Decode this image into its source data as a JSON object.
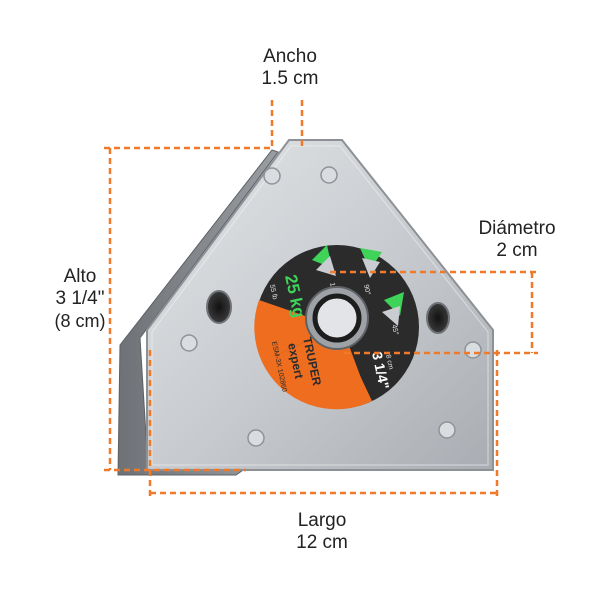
{
  "colors": {
    "dimension_line": "#f07a2a",
    "magnet_body": "#c9ccd0",
    "magnet_edge": "#8d9196",
    "label_dark": "#2b2b2b",
    "label_orange": "#ee6d1f",
    "label_green": "#3fd35a"
  },
  "dimensions": {
    "width": {
      "name": "Ancho",
      "value": "1.5 cm"
    },
    "diameter": {
      "name": "Diámetro",
      "value": "2 cm"
    },
    "height": {
      "name": "Alto",
      "value": "3 1/4\"",
      "value_metric": "(8 cm)"
    },
    "length": {
      "name": "Largo",
      "value": "12 cm"
    }
  },
  "product_label": {
    "brand": "TRUPER",
    "line": "expert",
    "capacity": "25 kg",
    "capacity_lb": "55 lb",
    "size": "3 1/4\"",
    "size_metric": "8 cm",
    "model": "ESM-3X 102860",
    "angle_1": "135°",
    "angle_2": "90°",
    "angle_3": "45°"
  }
}
